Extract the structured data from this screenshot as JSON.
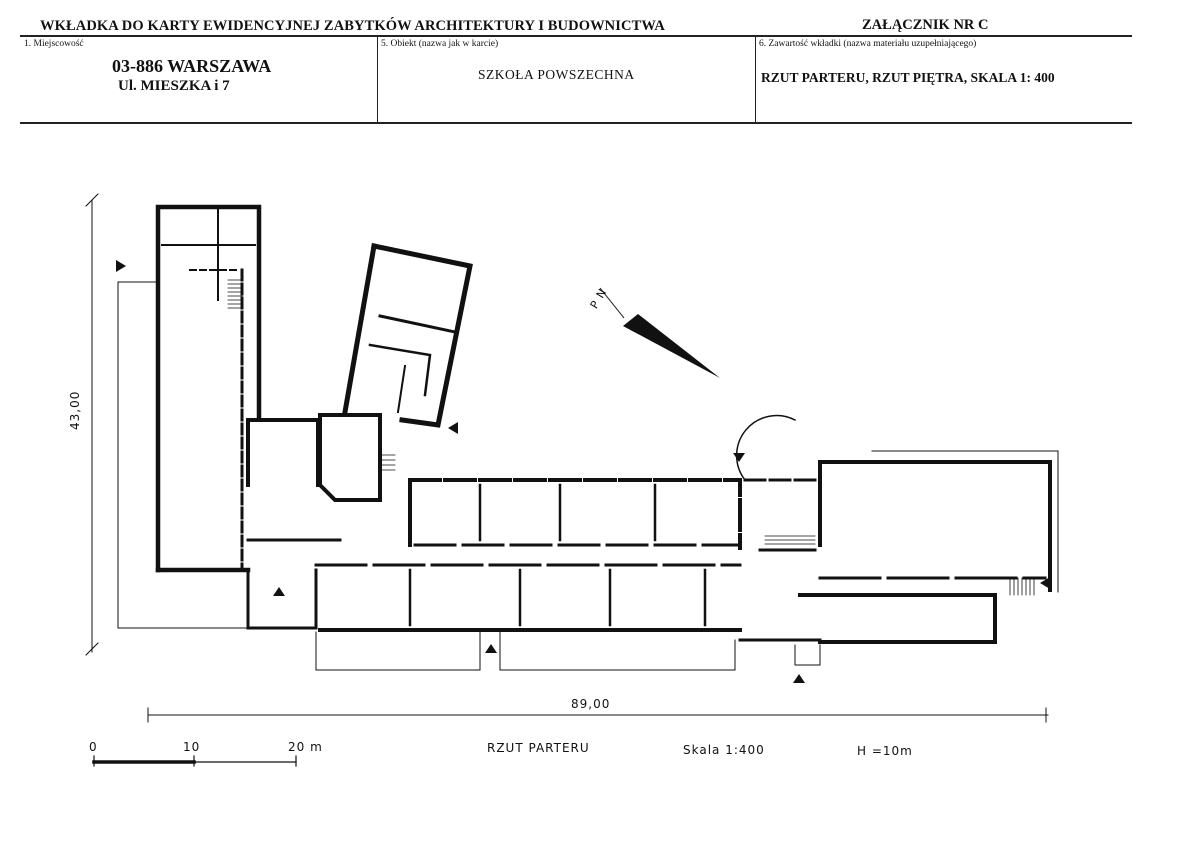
{
  "header": {
    "title": "WKŁADKA DO KARTY EWIDENCYJNEJ ZABYTKÓW ARCHITEKTURY I BUDOWNICTWA",
    "annex": "ZAŁĄCZNIK NR C"
  },
  "fields": {
    "locality": {
      "label": "1. Miejscowość",
      "line1": "03-886 WARSZAWA",
      "line2": "Ul. MIESZKA i 7"
    },
    "object": {
      "label": "5. Obiekt (nazwa jak w karcie)",
      "value": "SZKOŁA POWSZECHNA"
    },
    "content": {
      "label": "6. Zawartość wkładki (nazwa materiału uzupełniającego)",
      "value": "RZUT PARTERU, RZUT PIĘTRA, SKALA 1: 400"
    }
  },
  "drawing": {
    "dim_vertical": "43,00",
    "dim_horizontal": "89,00",
    "north_label": "P N",
    "scale_bar": {
      "t0": "0",
      "t10": "10",
      "t20": "20 m"
    },
    "caption": "RZUT PARTERU",
    "scale": "Skala 1:400",
    "height": "H =10m"
  }
}
